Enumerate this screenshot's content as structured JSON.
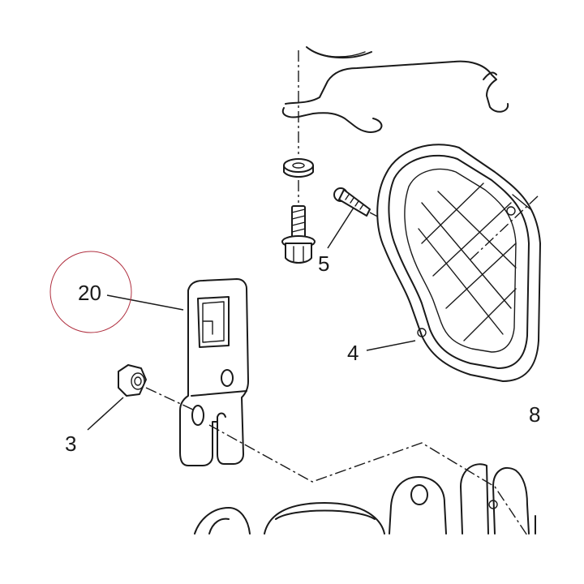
{
  "callouts": [
    {
      "id": "callout-20",
      "text": "20",
      "highlighted": true
    },
    {
      "id": "callout-5",
      "text": "5"
    },
    {
      "id": "callout-4",
      "text": "4"
    },
    {
      "id": "callout-3",
      "text": "3"
    },
    {
      "id": "callout-8-partial",
      "text": "8"
    }
  ],
  "colors": {
    "line": "#1a1a1a",
    "highlight_circle": "#b03040",
    "background": "#ffffff"
  }
}
